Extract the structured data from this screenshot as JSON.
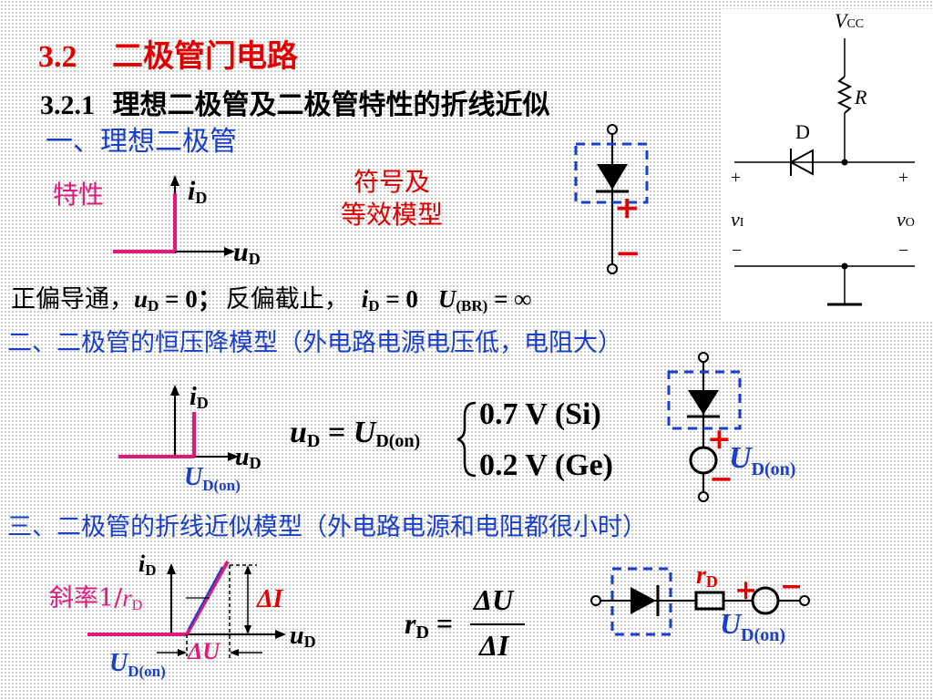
{
  "title": {
    "num": "3.2",
    "text": "二极管门电路"
  },
  "subtitle": {
    "num": "3.2.1",
    "text": "理想二极管及二极管特性的折线近似"
  },
  "section1": {
    "heading": "一、理想二极管",
    "char_label": "特性",
    "symbol_label_1": "符号及",
    "symbol_label_2": "等效模型",
    "axis_i": "i",
    "axis_u": "u",
    "sub_D": "D",
    "plus": "+",
    "minus": "−",
    "statement": {
      "part1": "正偏导通，",
      "ud": "u",
      "ud_sub": "D",
      "ud_eq": " = 0；",
      "part2": "反偏截止，",
      "id": "i",
      "id_sub": "D",
      "id_eq": " = 0",
      "ubr": "U",
      "ubr_sub": "(BR)",
      "ubr_eq": " = ∞"
    }
  },
  "circuit": {
    "vcc": "V",
    "vcc_sub": "CC",
    "r": "R",
    "d": "D",
    "vi": "v",
    "vi_sub": "I",
    "vo": "v",
    "vo_sub": "O",
    "plus": "+",
    "minus": "−"
  },
  "section2": {
    "heading": "二、二极管的恒压降模型（外电路电源电压低，电阻大）",
    "axis_i": "i",
    "axis_u": "u",
    "sub_D": "D",
    "ud_on": "U",
    "ud_on_sub": "D(on)",
    "eq_lhs": "u",
    "eq_lhs_sub": "D",
    "eq_mid": " = ",
    "eq_U": "U",
    "eq_U_sub": "D(on)",
    "case1": "0.7 V (Si)",
    "case2": "0.2 V (Ge)",
    "plus": "+",
    "minus": "−",
    "model_label": "U",
    "model_label_sub": "D(on)"
  },
  "section3": {
    "heading": "三、二极管的折线近似模型（外电路电源和电阻都很小时）",
    "axis_i": "i",
    "axis_u": "u",
    "sub_D": "D",
    "slope_label": "斜率1/",
    "slope_r": "r",
    "slope_r_sub": "D",
    "delta_i": "ΔI",
    "delta_u": "ΔU",
    "ud_on": "U",
    "ud_on_sub": "D(on)",
    "eq_r": "r",
    "eq_r_sub": "D",
    "eq_eq": " = ",
    "eq_num": "ΔU",
    "eq_den": "ΔI",
    "model_r": "r",
    "model_r_sub": "D",
    "plus": "+",
    "minus": "−",
    "model_u": "U",
    "model_u_sub": "D(on)"
  },
  "colors": {
    "red": "#e00000",
    "blue": "#1a3fc8",
    "magenta": "#e0197d",
    "black": "#000000"
  }
}
